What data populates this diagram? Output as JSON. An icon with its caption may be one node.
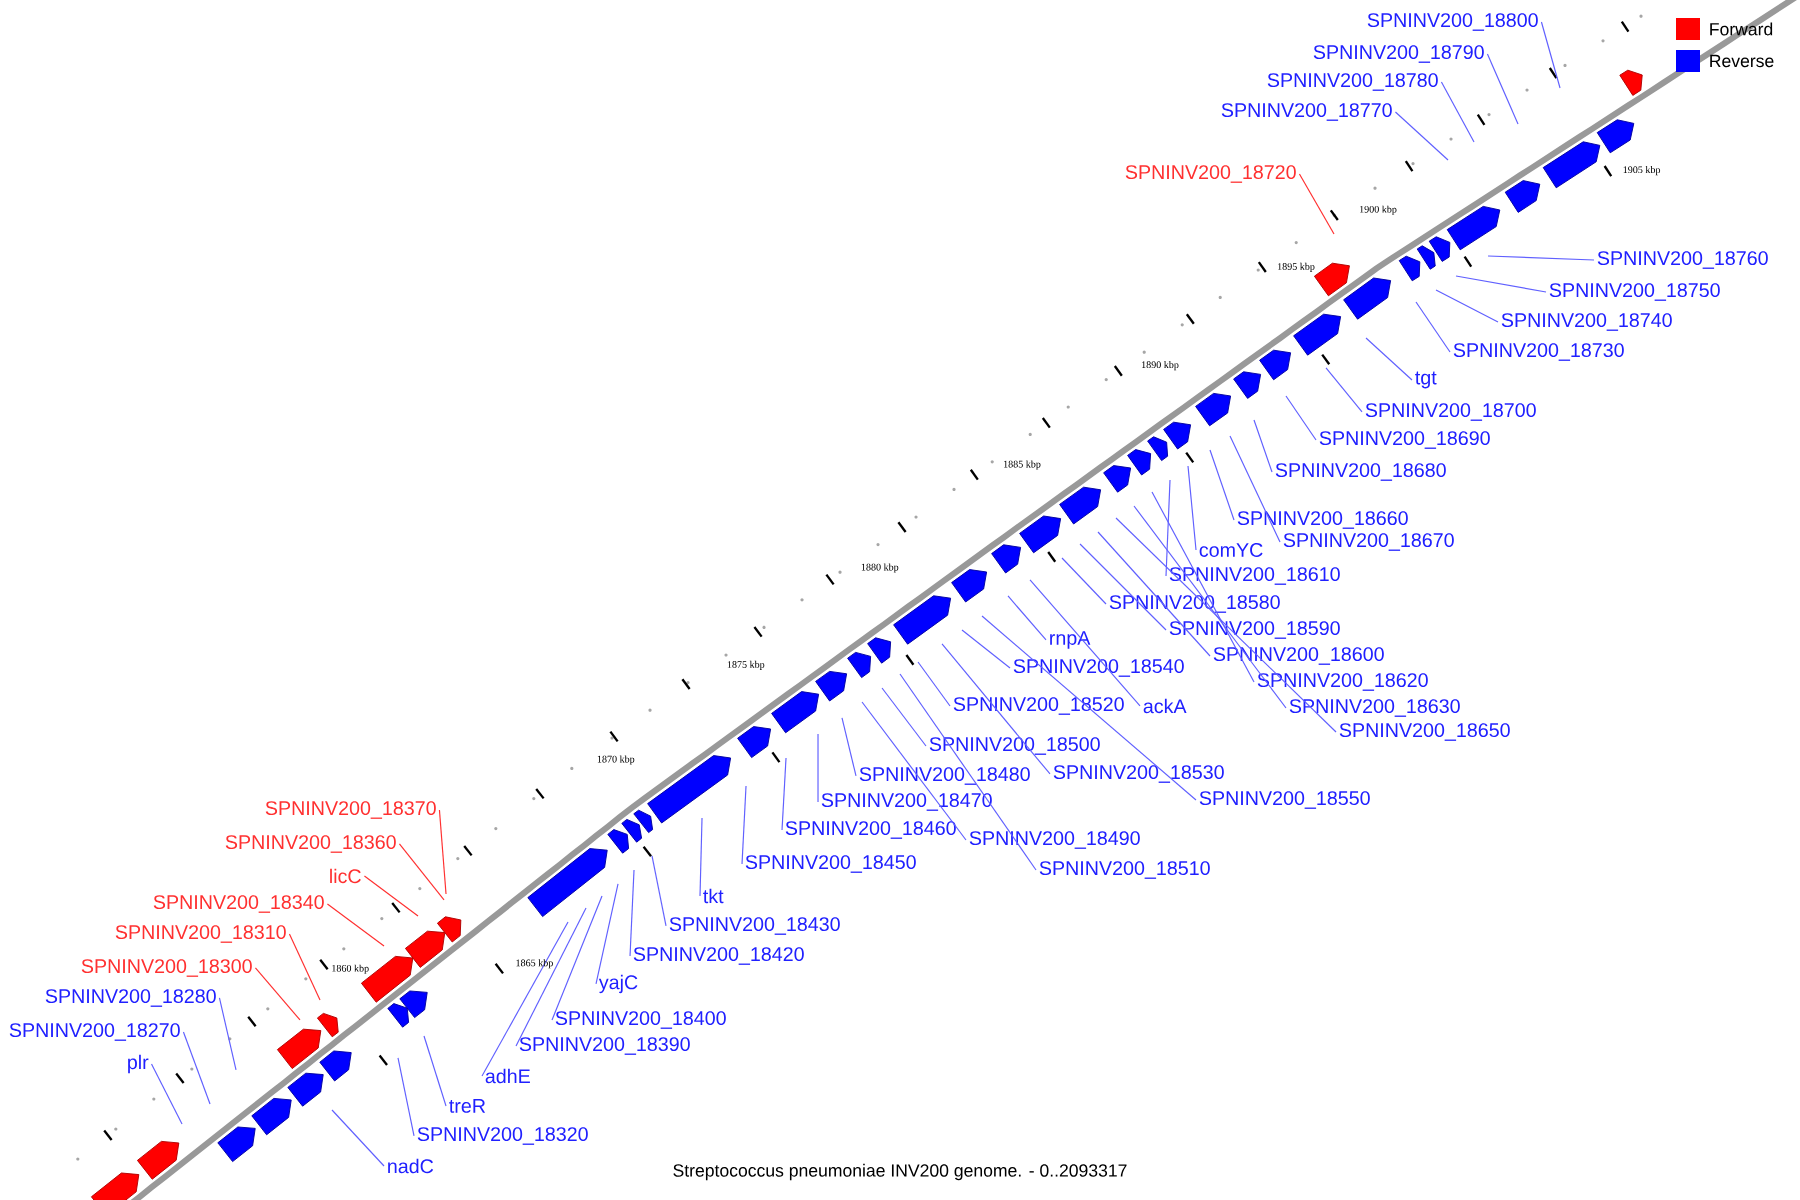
{
  "diagram": {
    "caption": "Streptococcus pneumoniae INV200 genome. - 0..2093317",
    "nodes": [
      {
        "text": [
          "plr"
        ]
      },
      {
        "text": [
          "SPNINV200_18270"
        ]
      },
      {
        "text": [
          "SPNINV200_18280"
        ]
      },
      {
        "text": [
          "nadC"
        ]
      },
      {
        "text": [
          "SPNINV200_18320"
        ]
      },
      {
        "text": [
          "treR"
        ]
      },
      {
        "text": [
          "adhE"
        ]
      },
      {
        "text": [
          "SPNINV200_18390"
        ]
      },
      {
        "text": [
          "SPNINV200_18400"
        ]
      },
      {
        "text": [
          "yajC"
        ]
      },
      {
        "text": [
          "SPNINV200_18420"
        ]
      },
      {
        "text": [
          "SPNINV200_18430"
        ]
      },
      {
        "text": [
          "tkt"
        ]
      },
      {
        "text": [
          "SPNINV200_18450"
        ]
      },
      {
        "text": [
          "SPNINV200_18460"
        ]
      },
      {
        "text": [
          "SPNINV200_18470"
        ]
      },
      {
        "text": [
          "SPNINV200_18480"
        ]
      },
      {
        "text": [
          "SPNINV200_18490"
        ]
      },
      {
        "text": [
          "SPNINV200_18500"
        ]
      },
      {
        "text": [
          "SPNINV200_18510"
        ]
      },
      {
        "text": [
          "SPNINV200_18520"
        ]
      },
      {
        "text": [
          "SPNINV200_18530"
        ]
      },
      {
        "text": [
          "ackA"
        ]
      },
      {
        "text": [
          "rnpA"
        ]
      },
      {
        "text": [
          "SPNINV200_18540"
        ]
      },
      {
        "text": [
          "SPNINV200_18550"
        ]
      },
      {
        "text": [
          "SPNINV200_18580"
        ]
      },
      {
        "text": [
          "SPNINV200_18590"
        ]
      },
      {
        "text": [
          "SPNINV200_18600"
        ]
      },
      {
        "text": [
          "SPNINV200_18610"
        ]
      },
      {
        "text": [
          "comYC"
        ]
      },
      {
        "text": [
          "SPNINV200_18620"
        ]
      },
      {
        "text": [
          "SPNINV200_18630"
        ]
      },
      {
        "text": [
          "SPNINV200_18650"
        ]
      },
      {
        "text": [
          "SPNINV200_18660"
        ]
      },
      {
        "text": [
          "SPNINV200_18670"
        ]
      },
      {
        "text": [
          "SPNINV200_18680"
        ]
      },
      {
        "text": [
          "SPNINV200_18690"
        ]
      },
      {
        "text": [
          "SPNINV200_18700"
        ]
      },
      {
        "text": [
          "tgt"
        ]
      },
      {
        "text": [
          "SPNINV200_18730"
        ]
      },
      {
        "text": [
          "SPNINV200_18740"
        ]
      },
      {
        "text": [
          "SPNINV200_18750"
        ]
      },
      {
        "text": [
          "SPNINV200_18760"
        ]
      },
      {
        "text": [
          "SPNINV200_18770"
        ]
      },
      {
        "text": [
          "SPNINV200_18780"
        ]
      },
      {
        "text": [
          "SPNINV200_18790"
        ]
      },
      {
        "text": [
          "SPNINV200_18800"
        ]
      },
      {
        "text": [
          "SPNINV200_18720"
        ]
      },
      {
        "text": [
          "SPNINV200_18370"
        ]
      },
      {
        "text": [
          "SPNINV200_18360"
        ]
      },
      {
        "text": [
          "licC"
        ]
      },
      {
        "text": [
          "SPNINV200_18340"
        ]
      },
      {
        "text": [
          "SPNINV200_18310"
        ]
      },
      {
        "text": [
          "SPNINV200_18300"
        ]
      }
    ],
    "edges": [
      {
        "from": 0,
        "to": null,
        "arrow": "none"
      },
      {
        "from": 1,
        "to": null,
        "arrow": "none"
      },
      {
        "from": 2,
        "to": null,
        "arrow": "none"
      },
      {
        "from": 3,
        "to": null,
        "arrow": "none"
      },
      {
        "from": 4,
        "to": null,
        "arrow": "none"
      },
      {
        "from": 5,
        "to": null,
        "arrow": "none"
      },
      {
        "from": 6,
        "to": null,
        "arrow": "none"
      },
      {
        "from": 7,
        "to": null,
        "arrow": "none"
      },
      {
        "from": 8,
        "to": null,
        "arrow": "none"
      },
      {
        "from": 9,
        "to": null,
        "arrow": "none"
      },
      {
        "from": 10,
        "to": null,
        "arrow": "none"
      },
      {
        "from": 11,
        "to": null,
        "arrow": "none"
      },
      {
        "from": 12,
        "to": null,
        "arrow": "none"
      },
      {
        "from": 13,
        "to": null,
        "arrow": "none"
      },
      {
        "from": 14,
        "to": null,
        "arrow": "none"
      },
      {
        "from": 15,
        "to": null,
        "arrow": "none"
      },
      {
        "from": 16,
        "to": null,
        "arrow": "none"
      },
      {
        "from": 17,
        "to": null,
        "arrow": "none"
      },
      {
        "from": 18,
        "to": null,
        "arrow": "none"
      },
      {
        "from": 19,
        "to": null,
        "arrow": "none"
      },
      {
        "from": 20,
        "to": null,
        "arrow": "none"
      },
      {
        "from": 21,
        "to": null,
        "arrow": "none"
      },
      {
        "from": 22,
        "to": null,
        "arrow": "none"
      },
      {
        "from": 23,
        "to": null,
        "arrow": "none"
      },
      {
        "from": 24,
        "to": null,
        "arrow": "none"
      },
      {
        "from": 25,
        "to": null,
        "arrow": "none"
      },
      {
        "from": 26,
        "to": null,
        "arrow": "none"
      },
      {
        "from": 27,
        "to": null,
        "arrow": "none"
      },
      {
        "from": 28,
        "to": null,
        "arrow": "none"
      },
      {
        "from": 29,
        "to": null,
        "arrow": "none"
      },
      {
        "from": 30,
        "to": null,
        "arrow": "none"
      },
      {
        "from": 31,
        "to": null,
        "arrow": "none"
      },
      {
        "from": 32,
        "to": null,
        "arrow": "none"
      },
      {
        "from": 33,
        "to": null,
        "arrow": "none"
      },
      {
        "from": 34,
        "to": null,
        "arrow": "none"
      },
      {
        "from": 35,
        "to": null,
        "arrow": "none"
      },
      {
        "from": 36,
        "to": null,
        "arrow": "none"
      },
      {
        "from": 37,
        "to": null,
        "arrow": "none"
      },
      {
        "from": 38,
        "to": null,
        "arrow": "none"
      },
      {
        "from": 39,
        "to": null,
        "arrow": "none"
      },
      {
        "from": 40,
        "to": null,
        "arrow": "none"
      },
      {
        "from": 41,
        "to": null,
        "arrow": "none"
      },
      {
        "from": 42,
        "to": null,
        "arrow": "none"
      },
      {
        "from": 43,
        "to": null,
        "arrow": "none"
      },
      {
        "from": 44,
        "to": null,
        "arrow": "none"
      },
      {
        "from": 45,
        "to": null,
        "arrow": "none"
      },
      {
        "from": 46,
        "to": null,
        "arrow": "none"
      },
      {
        "from": 47,
        "to": null,
        "arrow": "none"
      },
      {
        "from": 48,
        "to": null,
        "arrow": "none",
        "color": "#ff3030"
      },
      {
        "from": 49,
        "to": null,
        "arrow": "none",
        "color": "#ff3030"
      },
      {
        "from": 50,
        "to": null,
        "arrow": "none",
        "color": "#ff3030"
      },
      {
        "from": 51,
        "to": null,
        "arrow": "none",
        "color": "#ff3030"
      },
      {
        "from": 52,
        "to": null,
        "arrow": "none",
        "color": "#ff3030"
      },
      {
        "from": 53,
        "to": null,
        "arrow": "none",
        "color": "#ff3030"
      },
      {
        "from": 54,
        "to": null,
        "arrow": "none",
        "color": "#ff3030"
      }
    ],
    "labels": [
      "1860 kbp",
      "1865 kbp",
      "1870 kbp",
      "1875 kbp",
      "1880 kbp",
      "1885 kbp",
      "1890 kbp",
      "1895 kbp",
      "1900 kbp",
      "1905 kbp"
    ],
    "legend": [
      {
        "text": "Forward",
        "color": "#ff0000"
      },
      {
        "text": "Reverse",
        "color": "#0000ff"
      }
    ]
  }
}
